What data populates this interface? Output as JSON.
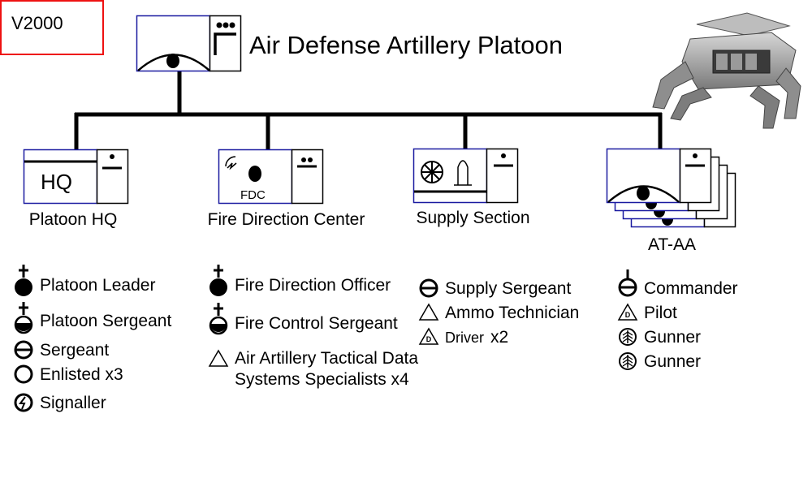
{
  "corner_tag": "V2000",
  "title": "Air Defense Artillery Platoon",
  "units": {
    "hq": {
      "symbol_text": "HQ",
      "label": "Platoon HQ"
    },
    "fdc": {
      "symbol_text": "FDC",
      "label": "Fire Direction Center"
    },
    "supply": {
      "label": "Supply Section"
    },
    "ataa": {
      "label": "AT-AA"
    }
  },
  "personnel": {
    "hq": [
      {
        "icon": "officer-filled-icon",
        "text": "Platoon Leader"
      },
      {
        "icon": "sergeant-half-icon",
        "text": "Platoon Sergeant"
      },
      {
        "icon": "nco-circle-line-icon",
        "text": "Sergeant"
      },
      {
        "icon": "enlisted-circle-icon",
        "text": "Enlisted x3"
      },
      {
        "icon": "signaller-bolt-icon",
        "text": "Signaller"
      }
    ],
    "fdc": [
      {
        "icon": "officer-filled-icon",
        "text": "Fire Direction Officer"
      },
      {
        "icon": "sergeant-half-icon",
        "text": "Fire Control Sergeant"
      },
      {
        "icon": "specialist-triangle-icon",
        "text": "Air Artillery Tactical Data Systems Specialists x4"
      }
    ],
    "supply": [
      {
        "icon": "nco-circle-line-icon",
        "text": "Supply Sergeant"
      },
      {
        "icon": "specialist-triangle-icon",
        "text": "Ammo Technician"
      },
      {
        "icon": "driver-triangle-icon",
        "text": "Driver",
        "suffix": "x2"
      }
    ],
    "ataa": [
      {
        "icon": "commander-circle-icon",
        "text": "Commander"
      },
      {
        "icon": "driver-triangle-icon",
        "text": "Pilot"
      },
      {
        "icon": "gunner-circle-icon",
        "text": "Gunner"
      },
      {
        "icon": "gunner-circle-icon",
        "text": "Gunner"
      }
    ]
  },
  "symbol_glyphs": {
    "driver": "D"
  },
  "colors": {
    "frame_blue": "#1a1aa0",
    "tag_border": "#e11111",
    "line": "#000000"
  }
}
